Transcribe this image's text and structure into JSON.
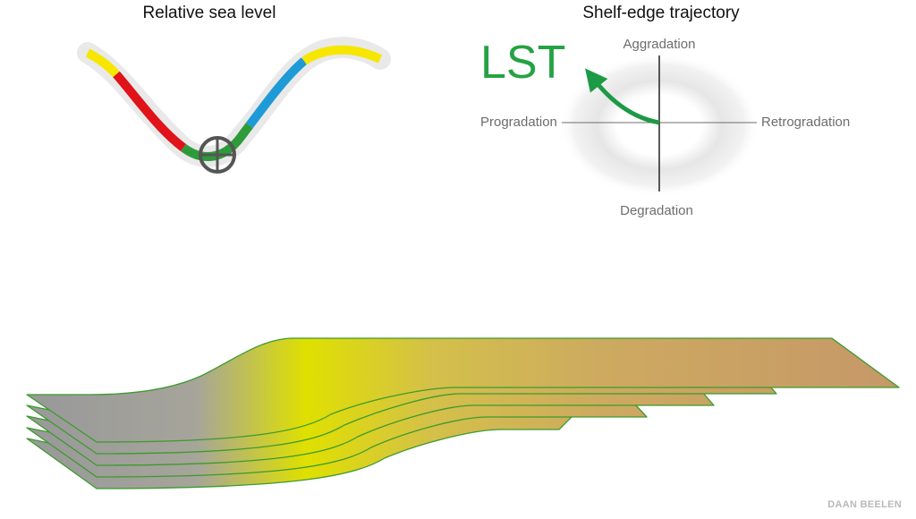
{
  "sea_level_panel": {
    "title": "Relative sea level"
  },
  "trajectory_panel": {
    "title": "Shelf-edge trajectory",
    "stage_label": "LST",
    "axes": {
      "top": "Aggradation",
      "bottom": "Degradation",
      "left": "Progradation",
      "right": "Retrogradation"
    }
  },
  "credit": "DAAN BEELEN",
  "colors": {
    "highstand": "#f7e600",
    "falling_stage": "#e0121a",
    "lowstand": "#2e9b3a",
    "transgressive": "#1e9ad6",
    "curve_halo": "#e8e8e8",
    "marker": "#555555",
    "trajectory_arrow": "#1d9a45",
    "lst_text": "#25a244",
    "strata_outline": "#3c9a2c",
    "strata_grey": "#9a9a9a",
    "strata_yellow": "#dfe000",
    "strata_tan": "#c99a68"
  }
}
